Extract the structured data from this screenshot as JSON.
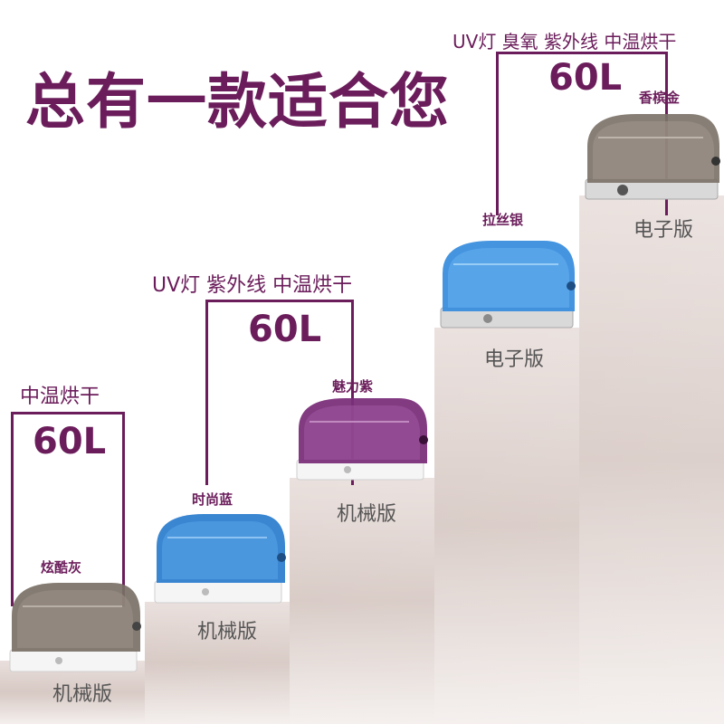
{
  "headline": "总有一款适合您",
  "products": [
    {
      "features": "中温烘干",
      "capacity": "60L",
      "color_name": "炫酷灰",
      "version": "机械版",
      "body_color": "#7a7066",
      "panel": "white"
    },
    {
      "features": "",
      "capacity": "",
      "color_name": "时尚蓝",
      "version": "机械版",
      "body_color": "#2f7fcf",
      "panel": "white"
    },
    {
      "features": "UV灯  紫外线  中温烘干",
      "capacity": "60L",
      "color_name": "魅力紫",
      "version": "机械版",
      "body_color": "#7b2f7a",
      "panel": "white"
    },
    {
      "features": "",
      "capacity": "",
      "color_name": "拉丝银",
      "version": "电子版",
      "body_color": "#3a8ede",
      "panel": "steel"
    },
    {
      "features": "UV灯  臭氧  紫外线  中温烘干",
      "capacity": "60L",
      "color_name": "香槟金",
      "version": "电子版",
      "body_color": "#7d746a",
      "panel": "steel"
    }
  ]
}
